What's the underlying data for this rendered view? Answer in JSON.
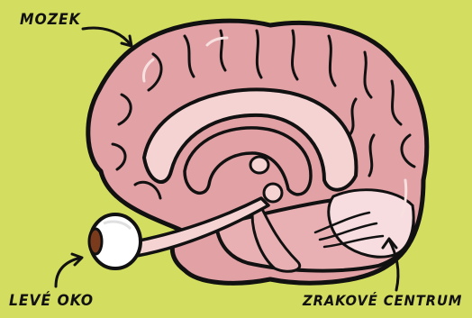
{
  "labels": {
    "brain": "MOZEK",
    "left_eye": "LEVÉ OKO",
    "visual_center": "ZRAKOVÉ CENTRUM"
  },
  "colors": {
    "background": "#d3dd5f",
    "brain": "#e2a1a4",
    "brain_highlight": "#f5d3d3",
    "visual_center": "#f7dde0",
    "eye_white": "#ffffff",
    "iris": "#7a3a1c",
    "outline": "#111111"
  }
}
